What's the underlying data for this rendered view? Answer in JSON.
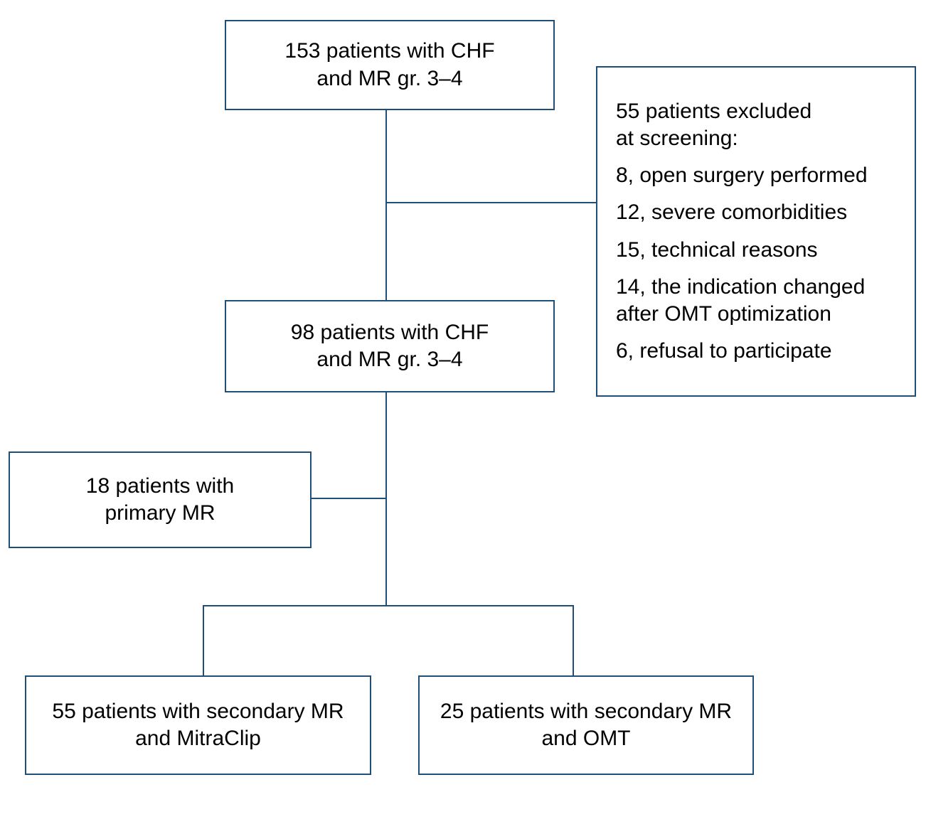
{
  "diagram": {
    "title": "Patient enrollment flow diagram",
    "accent_color": "#1F4E79",
    "background_color": "#FFFFFF",
    "text_color": "#000000"
  },
  "nodes": {
    "enrolled": {
      "id": "enrolled",
      "text": "153 patients with CHF\nand MR gr. 3–4",
      "count": 153
    },
    "screened": {
      "id": "screened",
      "text": "98 patients with CHF\nand MR gr. 3–4",
      "count": 98
    },
    "primary_mr": {
      "id": "primary-mr",
      "text": "18 patients with\nprimary MR",
      "count": 18
    },
    "mitraclip": {
      "id": "mitraclip",
      "text": "55 patients with secondary MR\nand MitraClip",
      "count": 55
    },
    "omt": {
      "id": "omt",
      "text": "25 patients with secondary MR\nand OMT",
      "count": 25
    }
  },
  "exclusions": {
    "heading": "55 patients excluded\nat screening:",
    "total": 55,
    "reasons": [
      {
        "text": "8, open surgery performed",
        "count": 8
      },
      {
        "text": "12, severe comorbidities",
        "count": 12
      },
      {
        "text": "15, technical reasons",
        "count": 15
      },
      {
        "text": "14, the indication changed\nafter OMT optimization",
        "count": 14
      },
      {
        "text": "6, refusal to participate",
        "count": 6
      }
    ]
  }
}
